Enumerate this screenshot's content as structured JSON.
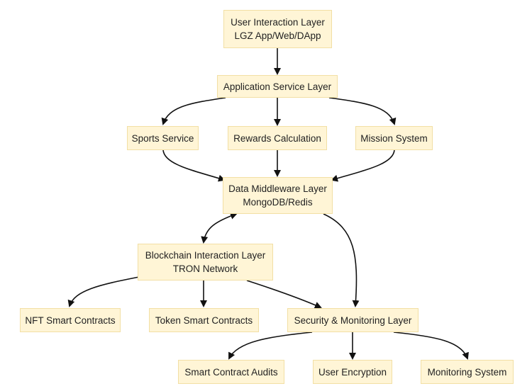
{
  "nodes": {
    "user_layer": {
      "line1": "User Interaction Layer",
      "line2": "LGZ App/Web/DApp"
    },
    "app_layer": {
      "line1": "Application Service Layer"
    },
    "sports": {
      "line1": "Sports Service"
    },
    "rewards": {
      "line1": "Rewards Calculation"
    },
    "mission": {
      "line1": "Mission System"
    },
    "data_layer": {
      "line1": "Data Middleware Layer",
      "line2": "MongoDB/Redis"
    },
    "blockchain_layer": {
      "line1": "Blockchain Interaction Layer",
      "line2": "TRON Network"
    },
    "nft": {
      "line1": "NFT Smart Contracts"
    },
    "token": {
      "line1": "Token Smart Contracts"
    },
    "security_layer": {
      "line1": "Security & Monitoring Layer"
    },
    "audits": {
      "line1": "Smart Contract Audits"
    },
    "encryption": {
      "line1": "User Encryption"
    },
    "monitoring": {
      "line1": "Monitoring System"
    }
  },
  "edges": [
    {
      "from": "user_layer",
      "to": "app_layer"
    },
    {
      "from": "app_layer",
      "to": "sports"
    },
    {
      "from": "app_layer",
      "to": "rewards"
    },
    {
      "from": "app_layer",
      "to": "mission"
    },
    {
      "from": "sports",
      "to": "data_layer"
    },
    {
      "from": "rewards",
      "to": "data_layer"
    },
    {
      "from": "mission",
      "to": "data_layer"
    },
    {
      "from": "data_layer",
      "to": "blockchain_layer",
      "bidirectional": true
    },
    {
      "from": "data_layer",
      "to": "security_layer"
    },
    {
      "from": "blockchain_layer",
      "to": "nft"
    },
    {
      "from": "blockchain_layer",
      "to": "token"
    },
    {
      "from": "blockchain_layer",
      "to": "security_layer"
    },
    {
      "from": "security_layer",
      "to": "audits"
    },
    {
      "from": "security_layer",
      "to": "encryption"
    },
    {
      "from": "security_layer",
      "to": "monitoring"
    }
  ]
}
